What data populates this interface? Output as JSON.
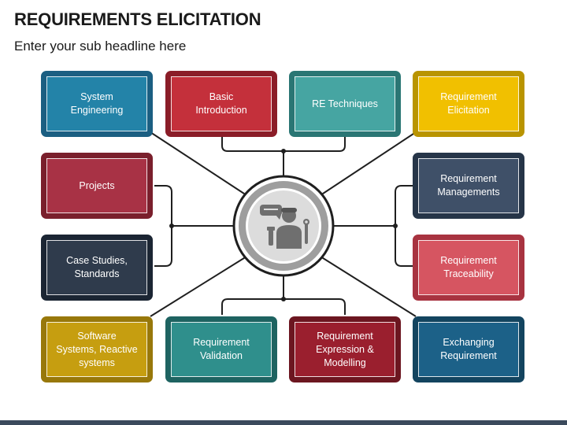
{
  "title": "REQUIREMENTS ELICITATION",
  "subtitle": "Enter your sub headline here",
  "center_icon": "engineer-with-tools-icon",
  "cards": [
    {
      "label": "System\nEngineering",
      "outer": "#1b5f82",
      "inner": "#2383a8"
    },
    {
      "label": "Basic\nIntroduction",
      "outer": "#8b1d28",
      "inner": "#c4303b"
    },
    {
      "label": "RE Techniques",
      "outer": "#2a7674",
      "inner": "#46a5a2"
    },
    {
      "label": "Requirement\nElicitation",
      "outer": "#b99400",
      "inner": "#f1c000"
    },
    {
      "label": "Projects",
      "outer": "#7a1f2c",
      "inner": "#a83245"
    },
    {
      "label": "Requirement\nManagements",
      "outer": "#263548",
      "inner": "#3f5068"
    },
    {
      "label": "Case Studies,\nStandards",
      "outer": "#1b2533",
      "inner": "#2f3b4c"
    },
    {
      "label": "Requirement\nTraceability",
      "outer": "#a83340",
      "inner": "#d65561"
    },
    {
      "label": "Software\nSystems, Reactive\nsystems",
      "outer": "#98780a",
      "inner": "#c69e10"
    },
    {
      "label": "Requirement\nValidation",
      "outer": "#1e6361",
      "inner": "#2f8f8c"
    },
    {
      "label": "Requirement\nExpression &\nModelling",
      "outer": "#6c1620",
      "inner": "#9a1f2e"
    },
    {
      "label": "Exchanging\nRequirement",
      "outer": "#13445f",
      "inner": "#1c6188"
    }
  ]
}
